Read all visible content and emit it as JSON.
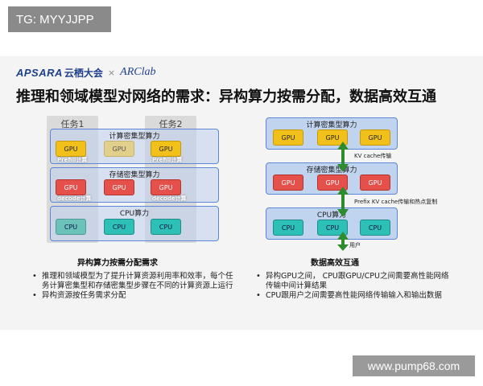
{
  "tg_label": "TG: MYYJJPP",
  "watermark": "www.pump68.com",
  "slide": {
    "logos": {
      "apsara": "APSARA",
      "yunqi": "云栖大会",
      "separator": "×",
      "arclab": "ARClab"
    },
    "title": "推理和领域模型对网络的需求：异构算力按需分配，数据高效互通",
    "left": {
      "task1": "任务1",
      "task2": "任务2",
      "compute_panel": "计算密集型算力",
      "storage_panel": "存储密集型算力",
      "cpu_panel": "CPU算力",
      "gpu": "GPU",
      "cpu": "CPU",
      "prefill": "Prefill计算",
      "decode": "decode计算",
      "caption": "异构算力按需分配需求",
      "bullets": [
        "推理和领域模型为了提升计算资源利用率和效率，每个任务计算密集型和存储密集型步骤在不同的计算资源上运行",
        "异构资源按任务需求分配"
      ]
    },
    "right": {
      "compute_panel": "计算密集型算力",
      "storage_panel": "存储密集型算力",
      "cpu_panel": "CPU算力",
      "gpu": "GPU",
      "cpu": "CPU",
      "arrow1": "KV cache传输",
      "arrow2": "Prefix KV cache传输和热点复制",
      "arrow3": "用户",
      "caption": "数据高效互通",
      "bullets": [
        "异构GPU之间， CPU跟GPU/CPU之间需要高性能网络传输中间计算结果",
        "CPU跟用户之间需要高性能网络传输输入和输出数据"
      ]
    },
    "colors": {
      "gpu_compute": "#f2c01a",
      "gpu_storage": "#e5504a",
      "cpu": "#2cc0b6",
      "arrow": "#2e8b2e",
      "panel_border": "#5d86d6"
    }
  }
}
